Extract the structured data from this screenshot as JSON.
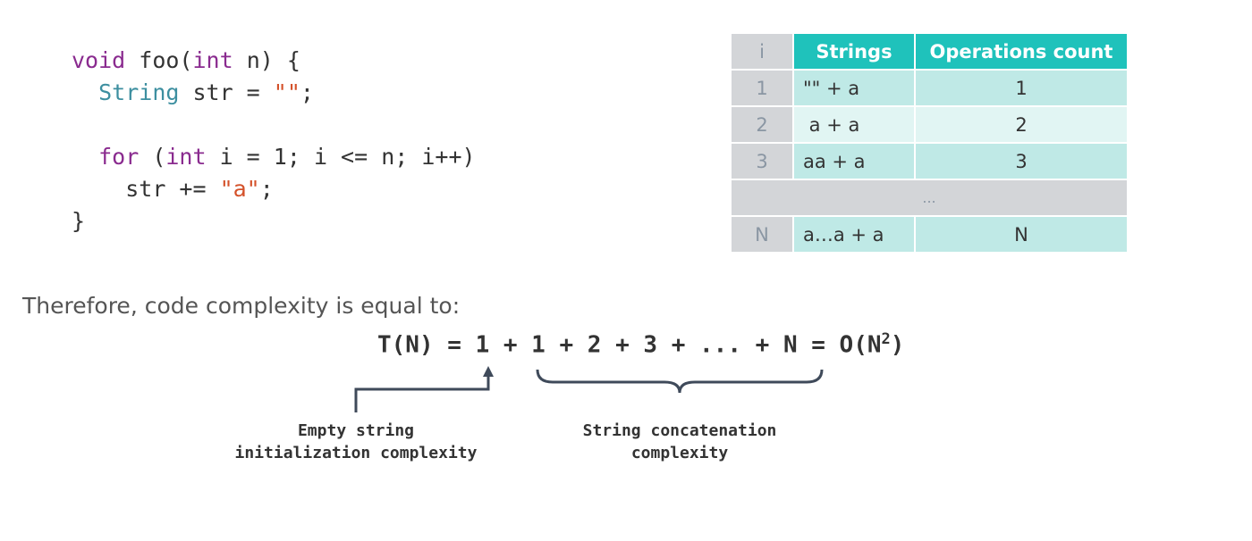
{
  "code": {
    "line1": {
      "kw": "void",
      "rest": " foo(",
      "ty": "int",
      "rest2": " n) {"
    },
    "line2": {
      "indent": "  ",
      "ty": "String",
      "mid": " str = ",
      "str": "\"\"",
      "end": ";"
    },
    "line4": {
      "indent": "  ",
      "kw": "for",
      "mid": " (",
      "ty": "int",
      "end": " i = 1; i <= n; i++)"
    },
    "line5": {
      "indent": "    ",
      "mid": "str += ",
      "str": "\"a\"",
      "end": ";"
    },
    "line6": "}"
  },
  "table": {
    "headers": [
      "i",
      "Strings",
      "Operations count"
    ],
    "rows": [
      {
        "i": "1",
        "strings": "\"\" + a",
        "count": "1"
      },
      {
        "i": "2",
        "strings": " a + a",
        "count": "2"
      },
      {
        "i": "3",
        "strings": "aa + a",
        "count": "3"
      },
      {
        "ellipsis": "..."
      },
      {
        "i": "N",
        "strings": "a…a + a",
        "count": "N"
      }
    ]
  },
  "conclusion": "Therefore, code complexity is equal to:",
  "formula": {
    "main": "T(N) = 1 + 1 + 2 + 3 + ... + N = O(N",
    "sup": "2",
    "close": ")"
  },
  "annotations": {
    "left_line1": "Empty string",
    "left_line2": "initialization complexity",
    "right_line1": "String concatenation",
    "right_line2": "complexity"
  },
  "colors": {
    "header": "#1fc2bb",
    "index_col": "#d3d5d8",
    "row_dark": "#bfe9e6",
    "row_light": "#e1f5f3",
    "keyword": "#8a2b8f",
    "type": "#3d8fa0",
    "string": "#d4512a"
  }
}
